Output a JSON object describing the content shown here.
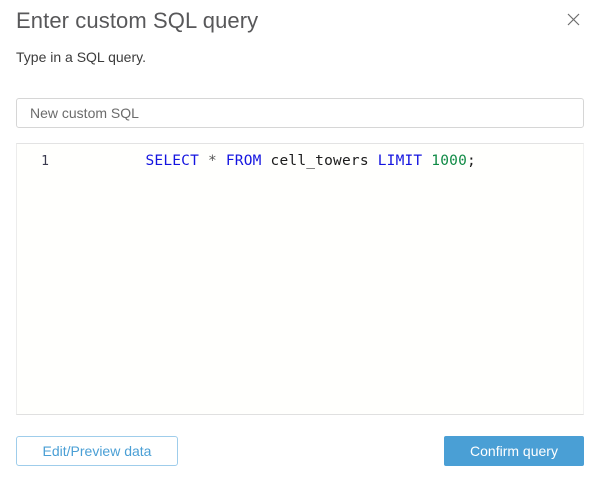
{
  "dialog": {
    "title": "Enter custom SQL query",
    "subtitle": "Type in a SQL query.",
    "close_icon": "close-icon"
  },
  "name_field": {
    "value": "",
    "placeholder": "New custom SQL"
  },
  "editor": {
    "line_number": "1",
    "language": "sql",
    "query": "SELECT * FROM cell_towers LIMIT 1000;",
    "tokens": [
      {
        "text": "SELECT",
        "type": "keyword"
      },
      {
        "text": " ",
        "type": "plain"
      },
      {
        "text": "*",
        "type": "operator"
      },
      {
        "text": " ",
        "type": "plain"
      },
      {
        "text": "FROM",
        "type": "keyword"
      },
      {
        "text": " ",
        "type": "plain"
      },
      {
        "text": "cell_towers",
        "type": "identifier"
      },
      {
        "text": " ",
        "type": "plain"
      },
      {
        "text": "LIMIT",
        "type": "keyword"
      },
      {
        "text": " ",
        "type": "plain"
      },
      {
        "text": "1000",
        "type": "number"
      },
      {
        "text": ";",
        "type": "punctuation"
      }
    ]
  },
  "footer": {
    "secondary_label": "Edit/Preview data",
    "primary_label": "Confirm query"
  },
  "colors": {
    "accent": "#4a9fd5",
    "accent_border": "#9fcdeb",
    "keyword": "#1414e0",
    "number": "#0f8a45",
    "operator": "#555555",
    "identifier": "#1b1b1b",
    "title_text": "#58585a",
    "body_text": "#3c3c3c",
    "input_border": "#d6d6d6",
    "editor_bg": "#fffffd"
  }
}
